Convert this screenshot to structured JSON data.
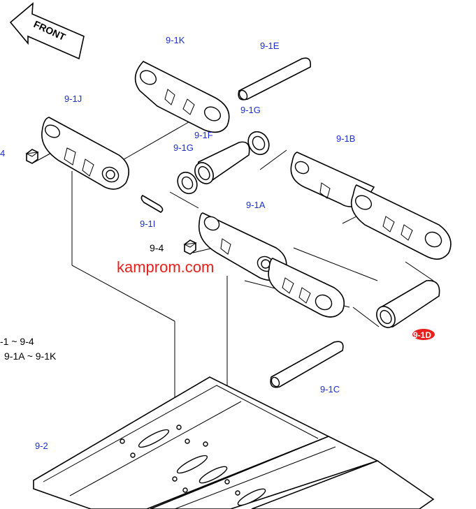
{
  "front_label": "FRONT",
  "labels": {
    "k": "9-1K",
    "e": "9-1E",
    "j": "9-1J",
    "g_top": "9-1G",
    "f": "9-1F",
    "g_left": "9-1G",
    "b": "9-1B",
    "four_left": "4",
    "i": "9-1I",
    "a": "9-1A",
    "four_mid": "9-4",
    "d": "9-1D",
    "c": "9-1C",
    "two": "9-2"
  },
  "legend": {
    "line1": "-1 ~ 9-4",
    "line2": "9-1A ~ 9-1K"
  },
  "watermark": "kamprom.com",
  "colors": {
    "label_blue": "#1c2fd6",
    "highlight_red": "#e8201c",
    "line": "#000000"
  }
}
